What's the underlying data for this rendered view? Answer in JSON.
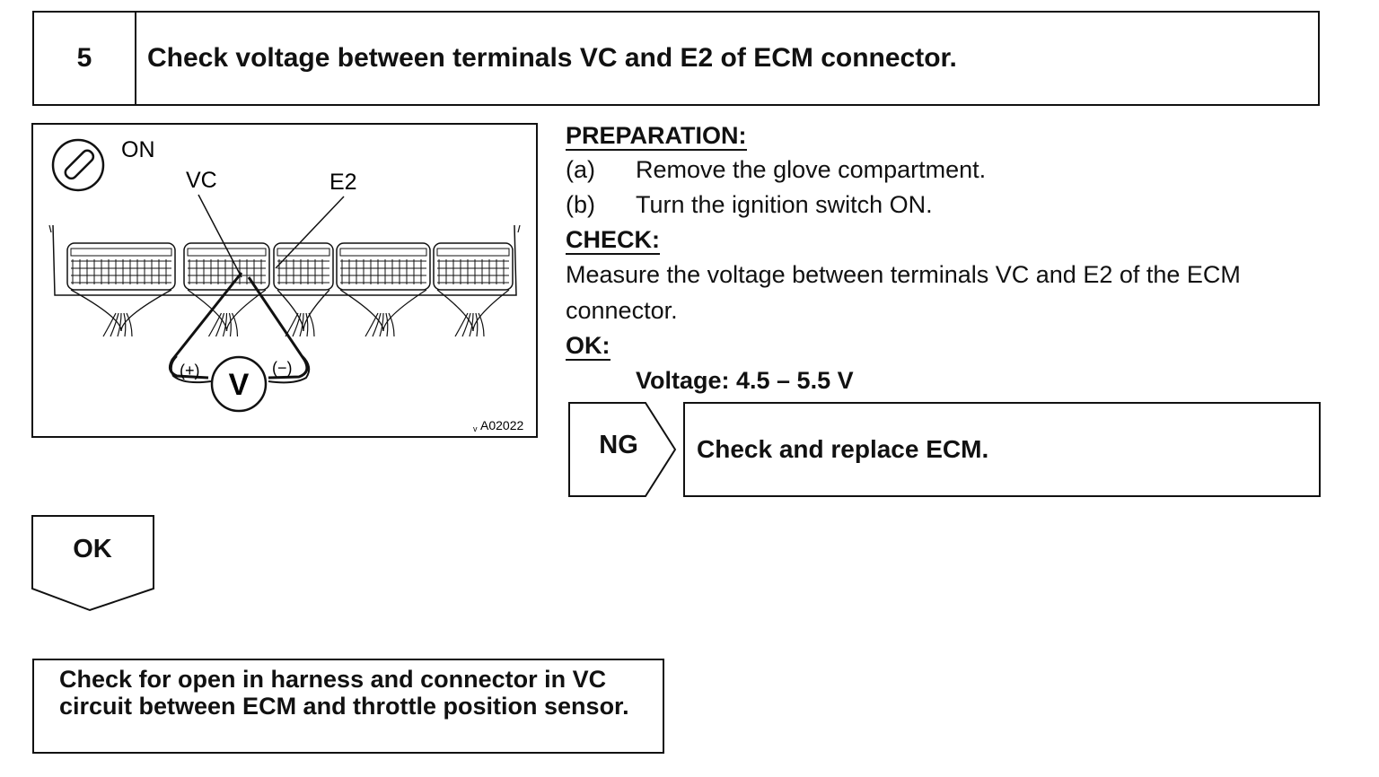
{
  "step": {
    "number": "5",
    "title": "Check voltage between terminals VC and E2 of ECM connector."
  },
  "figure": {
    "ignition_state": "ON",
    "terminal_vc": "VC",
    "terminal_e2": "E2",
    "meter_symbol": "V",
    "positive_probe": "(+)",
    "negative_probe": "(−)",
    "figure_code": "A02022",
    "icons": [
      "ignition-switch-icon",
      "voltmeter-icon",
      "ecm-connector-icon"
    ]
  },
  "preparation": {
    "heading": "PREPARATION:",
    "items": [
      {
        "label": "(a)",
        "text": "Remove the glove compartment."
      },
      {
        "label": "(b)",
        "text": "Turn the ignition switch ON."
      }
    ]
  },
  "check": {
    "heading": "CHECK:",
    "lines": [
      "Measure the voltage between terminals VC and E2 of the ECM",
      "connector."
    ]
  },
  "ok": {
    "heading": "OK:",
    "value": "Voltage: 4.5 – 5.5 V"
  },
  "ng_branch": {
    "label": "NG",
    "action": "Check and replace ECM."
  },
  "ok_branch": {
    "label": "OK"
  },
  "next_step": {
    "text": "Check for open in harness and connector in VC circuit between ECM and throttle position sensor."
  }
}
